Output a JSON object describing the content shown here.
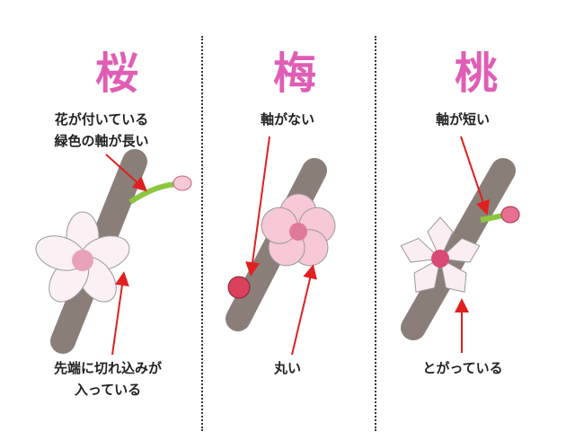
{
  "columns": [
    {
      "title": "桜",
      "top_label": [
        "花が付いている",
        "緑色の軸が長い"
      ],
      "bottom_label": [
        "先端に切れ込みが",
        "入っている"
      ]
    },
    {
      "title": "梅",
      "top_label": [
        "軸がない"
      ],
      "bottom_label": [
        "丸い"
      ]
    },
    {
      "title": "桃",
      "top_label": [
        "軸が短い"
      ],
      "bottom_label": [
        "とがっている"
      ]
    }
  ],
  "colors": {
    "title": "#e05db5",
    "arrow": "#e02020",
    "branch": "#8a7f78",
    "petal": "#fbe3ea",
    "stem": "#8cc63f"
  }
}
